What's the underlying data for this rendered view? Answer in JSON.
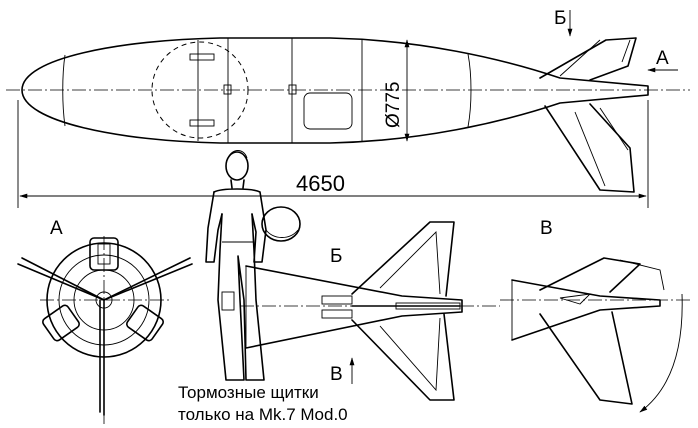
{
  "dimensions": {
    "length": "4650",
    "diameter": "Ø775"
  },
  "views": {
    "a": "А",
    "b": "Б",
    "v": "В"
  },
  "note": {
    "line1": "Тормозные щитки",
    "line2": "только на Mk.7 Mod.0"
  }
}
